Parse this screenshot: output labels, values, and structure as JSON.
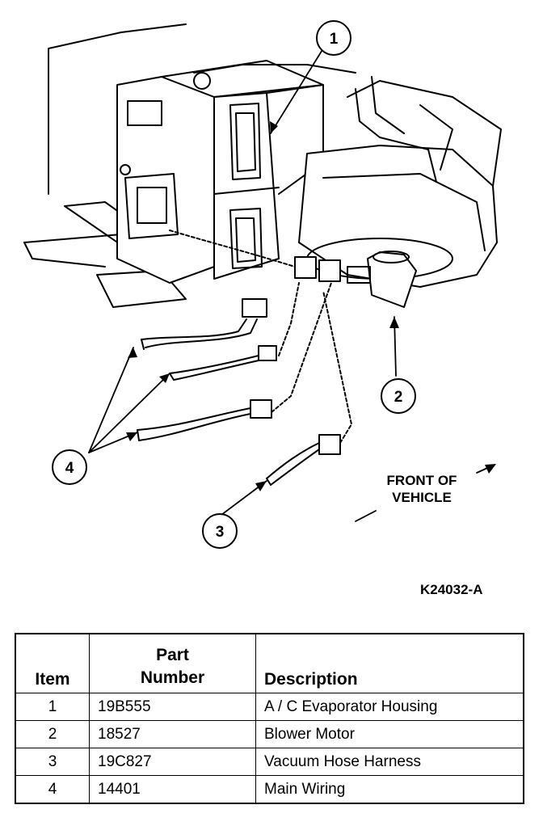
{
  "figure": {
    "callouts": [
      "1",
      "2",
      "3",
      "4"
    ],
    "front_label_line1": "FRONT OF",
    "front_label_line2": "VEHICLE",
    "figure_code": "K24032-A"
  },
  "table": {
    "headers": {
      "item": "Item",
      "part_number_line1": "Part",
      "part_number_line2": "Number",
      "description": "Description"
    },
    "rows": [
      {
        "item": "1",
        "part_number": "19B555",
        "description": "A / C Evaporator Housing"
      },
      {
        "item": "2",
        "part_number": "18527",
        "description": "Blower Motor"
      },
      {
        "item": "3",
        "part_number": "19C827",
        "description": "Vacuum Hose Harness"
      },
      {
        "item": "4",
        "part_number": "14401",
        "description": "Main Wiring"
      }
    ]
  }
}
